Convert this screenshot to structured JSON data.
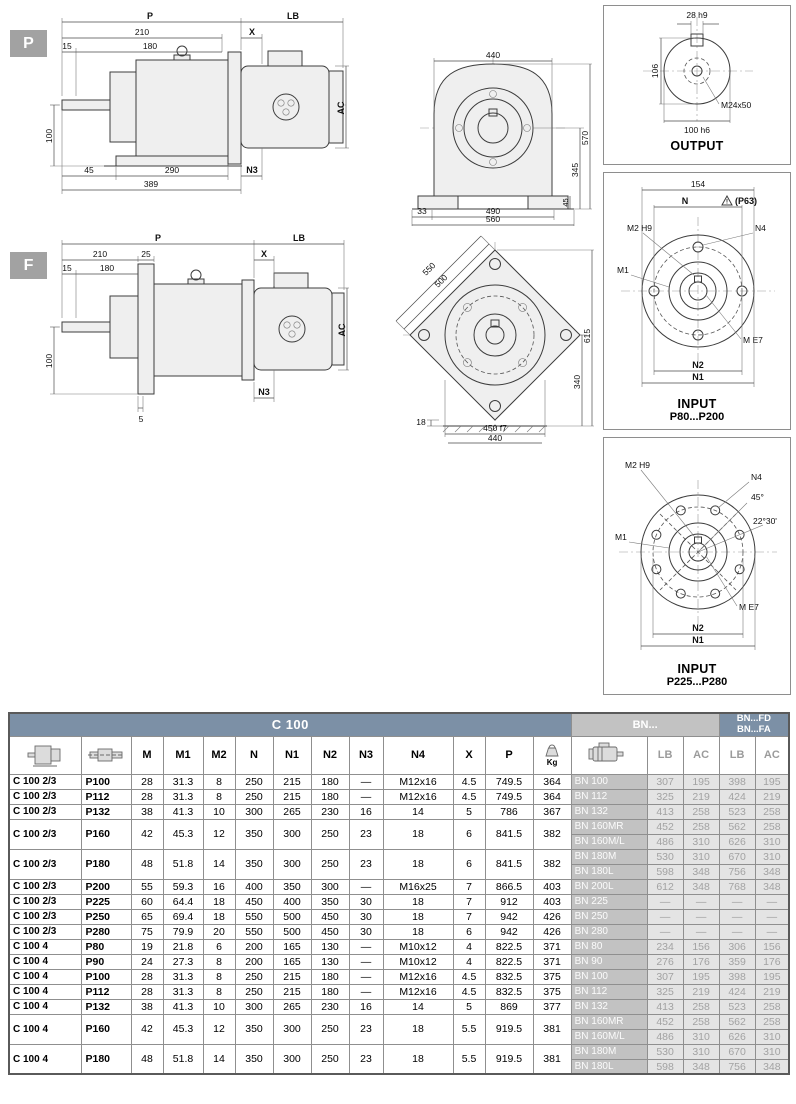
{
  "sections": {
    "p_label": "P",
    "f_label": "F"
  },
  "drawings": {
    "p_side": {
      "P": "P",
      "LB": "LB",
      "X": "X",
      "d210": "210",
      "d15": "15",
      "d180": "180",
      "d100": "100",
      "AC": "AC",
      "d45": "45",
      "d290": "290",
      "d389": "389",
      "N3": "N3"
    },
    "p_front": {
      "d440": "440",
      "d570": "570",
      "d345": "345",
      "d33": "33",
      "d490": "490",
      "d560": "560",
      "d45": "45"
    },
    "output": {
      "title": "OUTPUT",
      "key": "28 h9",
      "len": "106",
      "thread": "M24x50",
      "shaft": "100 h6"
    },
    "f_side": {
      "P": "P",
      "LB": "LB",
      "X": "X",
      "d210": "210",
      "d25": "25",
      "d15": "15",
      "d180": "180",
      "d100": "100",
      "AC": "AC",
      "d5": "5",
      "N3": "N3"
    },
    "f_front": {
      "d550": "550",
      "d500": "500",
      "d615": "615",
      "d340": "340",
      "d18": "18",
      "d450": "450 f7",
      "d440": "440"
    },
    "input1": {
      "title1": "INPUT",
      "title2": "P80...P200",
      "d154": "154",
      "note": "(P63)",
      "N": "N",
      "M2": "M2 H9",
      "N4": "N4",
      "M1": "M1",
      "ME7": "M E7",
      "N2": "N2",
      "N1": "N1"
    },
    "input2": {
      "title1": "INPUT",
      "title2": "P225...P280",
      "M2": "M2 H9",
      "N4": "N4",
      "M1": "M1",
      "ME7": "M E7",
      "N2": "N2",
      "N1": "N1",
      "a45": "45°",
      "a2230": "22°30'"
    }
  },
  "table": {
    "title": "C 100",
    "headers": [
      "M",
      "M1",
      "M2",
      "N",
      "N1",
      "N2",
      "N3",
      "N4",
      "X",
      "P"
    ],
    "kg_label": "Kg",
    "bn_header": "BN...",
    "bnfd_lines": [
      "BN...FD",
      "BN...FA"
    ],
    "sub_headers": [
      "LB",
      "AC",
      "LB",
      "AC"
    ],
    "rows": [
      {
        "series": "C 100 2/3",
        "size": "P100",
        "vals": [
          "28",
          "31.3",
          "8",
          "250",
          "215",
          "180",
          "—",
          "M12x16",
          "4.5",
          "749.5",
          "364"
        ],
        "motors": [
          {
            "name": "BN 100",
            "v": [
              "307",
              "195",
              "398",
              "195"
            ]
          }
        ]
      },
      {
        "series": "C 100 2/3",
        "size": "P112",
        "vals": [
          "28",
          "31.3",
          "8",
          "250",
          "215",
          "180",
          "—",
          "M12x16",
          "4.5",
          "749.5",
          "364"
        ],
        "motors": [
          {
            "name": "BN 112",
            "v": [
              "325",
              "219",
              "424",
              "219"
            ]
          }
        ]
      },
      {
        "series": "C 100 2/3",
        "size": "P132",
        "vals": [
          "38",
          "41.3",
          "10",
          "300",
          "265",
          "230",
          "16",
          "14",
          "5",
          "786",
          "367"
        ],
        "motors": [
          {
            "name": "BN 132",
            "v": [
              "413",
              "258",
              "523",
              "258"
            ]
          }
        ]
      },
      {
        "series": "C 100 2/3",
        "size": "P160",
        "vals": [
          "42",
          "45.3",
          "12",
          "350",
          "300",
          "250",
          "23",
          "18",
          "6",
          "841.5",
          "382"
        ],
        "motors": [
          {
            "name": "BN 160MR",
            "v": [
              "452",
              "258",
              "562",
              "258"
            ]
          },
          {
            "name": "BN 160M/L",
            "v": [
              "486",
              "310",
              "626",
              "310"
            ]
          }
        ]
      },
      {
        "series": "C 100 2/3",
        "size": "P180",
        "vals": [
          "48",
          "51.8",
          "14",
          "350",
          "300",
          "250",
          "23",
          "18",
          "6",
          "841.5",
          "382"
        ],
        "motors": [
          {
            "name": "BN 180M",
            "v": [
              "530",
              "310",
              "670",
              "310"
            ]
          },
          {
            "name": "BN 180L",
            "v": [
              "598",
              "348",
              "756",
              "348"
            ]
          }
        ]
      },
      {
        "series": "C 100 2/3",
        "size": "P200",
        "vals": [
          "55",
          "59.3",
          "16",
          "400",
          "350",
          "300",
          "—",
          "M16x25",
          "7",
          "866.5",
          "403"
        ],
        "motors": [
          {
            "name": "BN 200L",
            "v": [
              "612",
              "348",
              "768",
              "348"
            ]
          }
        ]
      },
      {
        "series": "C 100 2/3",
        "size": "P225",
        "vals": [
          "60",
          "64.4",
          "18",
          "450",
          "400",
          "350",
          "30",
          "18",
          "7",
          "912",
          "403"
        ],
        "motors": [
          {
            "name": "BN 225",
            "v": [
              "—",
              "—",
              "—",
              "—"
            ]
          }
        ]
      },
      {
        "series": "C 100 2/3",
        "size": "P250",
        "vals": [
          "65",
          "69.4",
          "18",
          "550",
          "500",
          "450",
          "30",
          "18",
          "7",
          "942",
          "426"
        ],
        "motors": [
          {
            "name": "BN 250",
            "v": [
              "—",
              "—",
              "—",
              "—"
            ]
          }
        ]
      },
      {
        "series": "C 100 2/3",
        "size": "P280",
        "vals": [
          "75",
          "79.9",
          "20",
          "550",
          "500",
          "450",
          "30",
          "18",
          "6",
          "942",
          "426"
        ],
        "motors": [
          {
            "name": "BN 280",
            "v": [
              "—",
              "—",
              "—",
              "—"
            ]
          }
        ]
      },
      {
        "series": "C 100 4",
        "size": "P80",
        "vals": [
          "19",
          "21.8",
          "6",
          "200",
          "165",
          "130",
          "—",
          "M10x12",
          "4",
          "822.5",
          "371"
        ],
        "motors": [
          {
            "name": "BN 80",
            "v": [
              "234",
              "156",
              "306",
              "156"
            ]
          }
        ]
      },
      {
        "series": "C 100 4",
        "size": "P90",
        "vals": [
          "24",
          "27.3",
          "8",
          "200",
          "165",
          "130",
          "—",
          "M10x12",
          "4",
          "822.5",
          "371"
        ],
        "motors": [
          {
            "name": "BN 90",
            "v": [
              "276",
              "176",
              "359",
              "176"
            ]
          }
        ]
      },
      {
        "series": "C 100 4",
        "size": "P100",
        "vals": [
          "28",
          "31.3",
          "8",
          "250",
          "215",
          "180",
          "—",
          "M12x16",
          "4.5",
          "832.5",
          "375"
        ],
        "motors": [
          {
            "name": "BN 100",
            "v": [
              "307",
              "195",
              "398",
              "195"
            ]
          }
        ]
      },
      {
        "series": "C 100 4",
        "size": "P112",
        "vals": [
          "28",
          "31.3",
          "8",
          "250",
          "215",
          "180",
          "—",
          "M12x16",
          "4.5",
          "832.5",
          "375"
        ],
        "motors": [
          {
            "name": "BN 112",
            "v": [
              "325",
              "219",
              "424",
              "219"
            ]
          }
        ]
      },
      {
        "series": "C 100 4",
        "size": "P132",
        "vals": [
          "38",
          "41.3",
          "10",
          "300",
          "265",
          "230",
          "16",
          "14",
          "5",
          "869",
          "377"
        ],
        "motors": [
          {
            "name": "BN 132",
            "v": [
              "413",
              "258",
              "523",
              "258"
            ]
          }
        ]
      },
      {
        "series": "C 100 4",
        "size": "P160",
        "vals": [
          "42",
          "45.3",
          "12",
          "350",
          "300",
          "250",
          "23",
          "18",
          "5.5",
          "919.5",
          "381"
        ],
        "motors": [
          {
            "name": "BN 160MR",
            "v": [
              "452",
              "258",
              "562",
              "258"
            ]
          },
          {
            "name": "BN 160M/L",
            "v": [
              "486",
              "310",
              "626",
              "310"
            ]
          }
        ]
      },
      {
        "series": "C 100 4",
        "size": "P180",
        "vals": [
          "48",
          "51.8",
          "14",
          "350",
          "300",
          "250",
          "23",
          "18",
          "5.5",
          "919.5",
          "381"
        ],
        "motors": [
          {
            "name": "BN 180M",
            "v": [
              "530",
              "310",
              "670",
              "310"
            ]
          },
          {
            "name": "BN 180L",
            "v": [
              "598",
              "348",
              "756",
              "348"
            ]
          }
        ]
      }
    ]
  }
}
